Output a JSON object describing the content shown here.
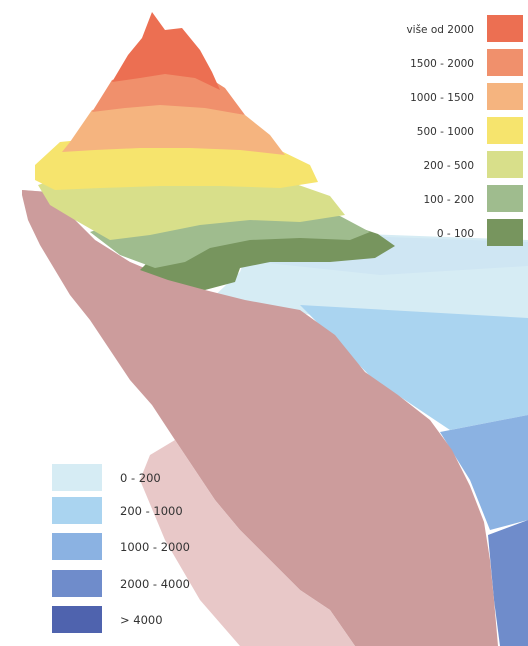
{
  "elevation_legend": {
    "items": [
      {
        "label": "više od 2000",
        "color": "#ec6f52"
      },
      {
        "label": "1500 - 2000",
        "color": "#f0906c"
      },
      {
        "label": "1000 - 1500",
        "color": "#f5b47f"
      },
      {
        "label": "500 - 1000",
        "color": "#f6e46d"
      },
      {
        "label": "200 - 500",
        "color": "#d8df8a"
      },
      {
        "label": "100 - 200",
        "color": "#9fbc8e"
      },
      {
        "label": "0 - 100",
        "color": "#77955e"
      }
    ]
  },
  "depth_legend": {
    "items": [
      {
        "label": "0 - 200",
        "color": "#d6ecf4"
      },
      {
        "label": "200 - 1000",
        "color": "#aad4f0"
      },
      {
        "label": "1000 - 2000",
        "color": "#8bb2e2"
      },
      {
        "label": "2000 - 4000",
        "color": "#6f8ccb"
      },
      {
        "label": "> 4000",
        "color": "#4f63ae"
      }
    ]
  },
  "terrain_colors": {
    "cross_section": "#cc9c9c",
    "cross_section_light": "#e8c8c8",
    "cliff_face": "#e3bcbc",
    "sea_surface": "#cfe6f3"
  }
}
